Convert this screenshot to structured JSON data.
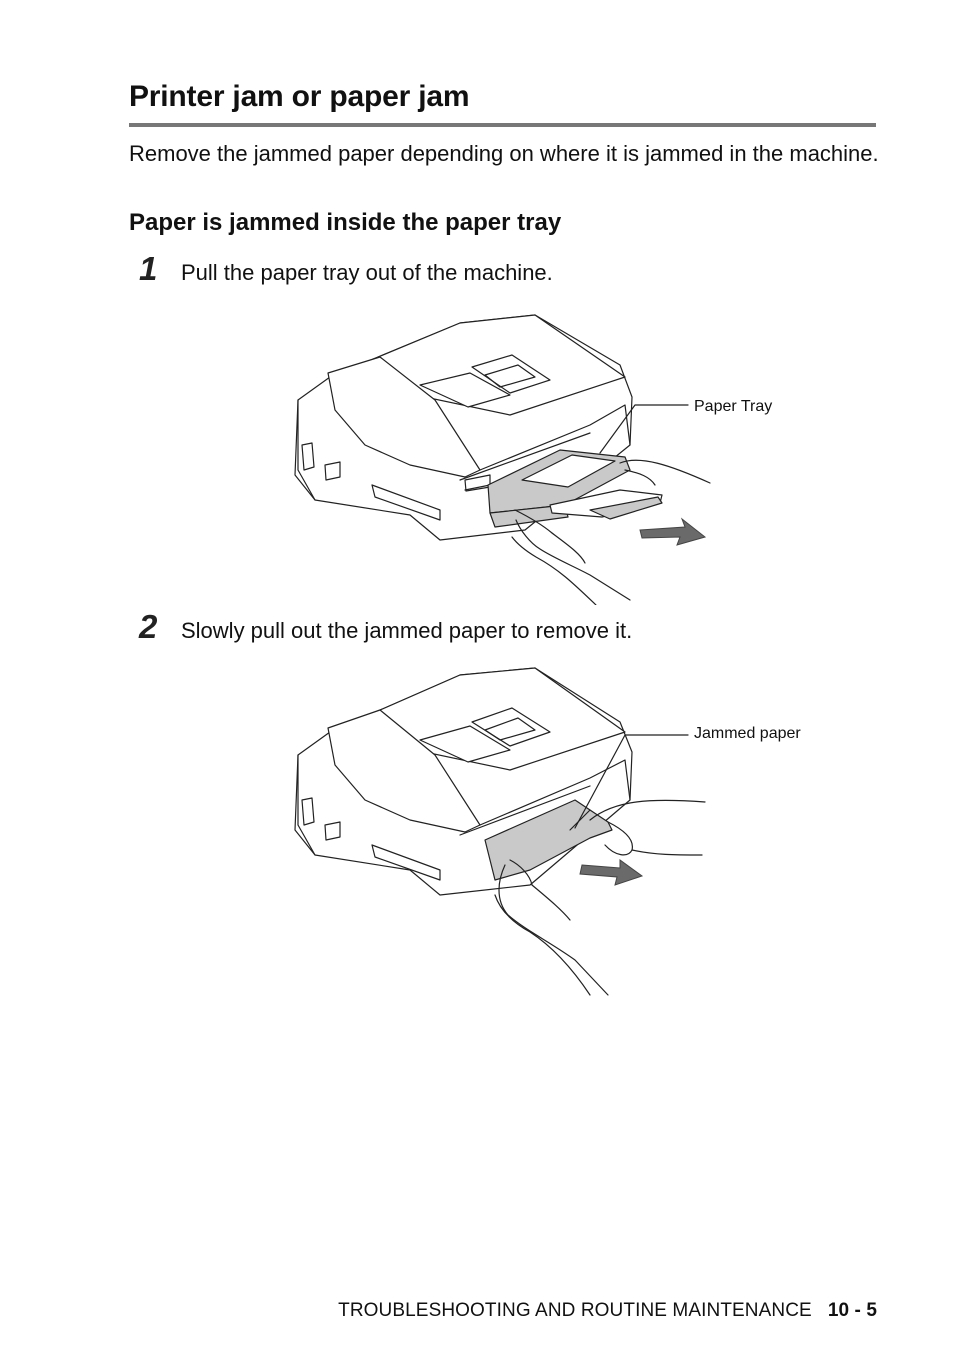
{
  "heading": "Printer jam or paper jam",
  "intro": "Remove the jammed paper depending on where it is jammed in the machine.",
  "subheading": "Paper is jammed inside the paper tray",
  "steps": [
    {
      "number": "1",
      "text": "Pull the paper tray out of the machine.",
      "callout": "Paper Tray"
    },
    {
      "number": "2",
      "text": "Slowly pull out the jammed paper to remove it.",
      "callout": "Jammed paper"
    }
  ],
  "footer": {
    "section": "TROUBLESHOOTING AND ROUTINE MAINTENANCE",
    "page": "10 - 5"
  }
}
